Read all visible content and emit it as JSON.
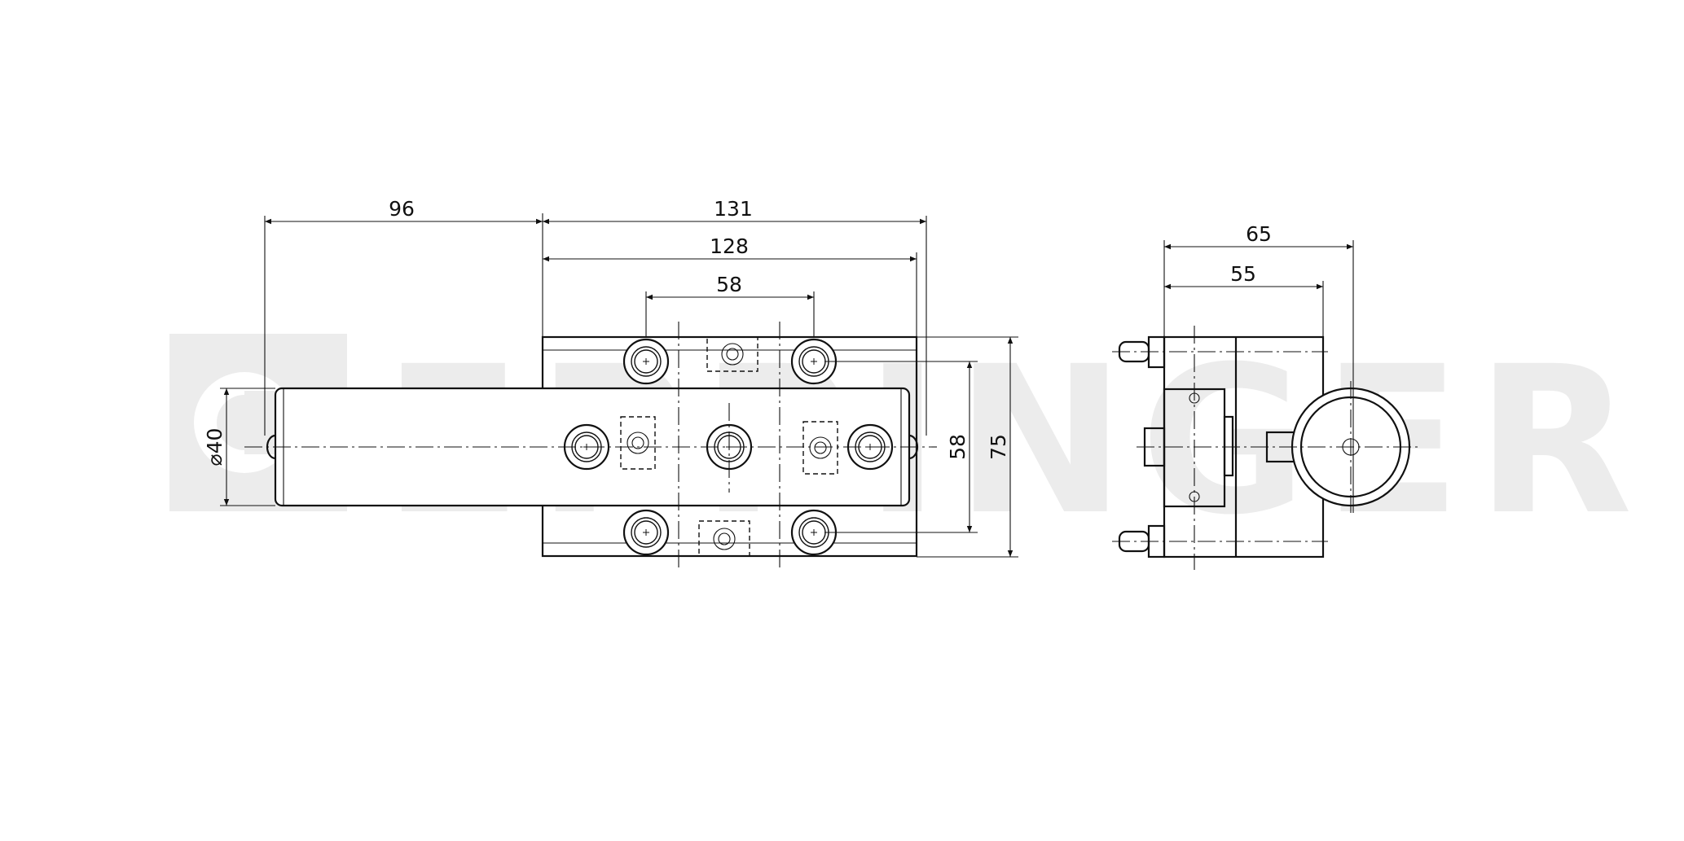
{
  "watermark": {
    "text": "EPPINGER",
    "logo": "eppinger-logo",
    "color": "#ececec"
  },
  "dimensions": {
    "overall_left": "96",
    "overall_body": "131",
    "body_inner": "128",
    "bolt_pitch": "58",
    "shank_diameter": "⌀40",
    "height_inner": "58",
    "height_outer": "75",
    "side_total": "65",
    "side_inner": "55"
  },
  "colors": {
    "line": "#111111",
    "watermark": "#ececec"
  }
}
